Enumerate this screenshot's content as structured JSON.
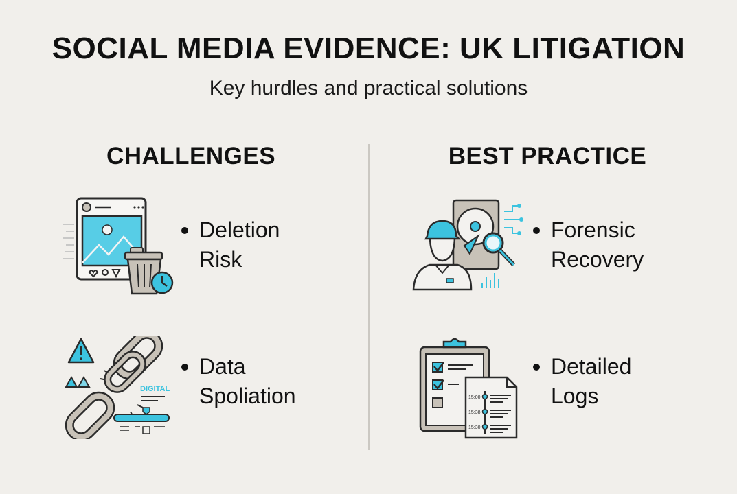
{
  "header": {
    "title": "SOCIAL MEDIA EVIDENCE: UK LITIGATION",
    "subtitle": "Key hurdles and practical solutions"
  },
  "columns": [
    {
      "heading": "CHALLENGES",
      "items": [
        {
          "line1": "Deletion",
          "line2": "Risk",
          "icon": "social-post-deletion-icon"
        },
        {
          "line1": "Data",
          "line2": "Spoliation",
          "icon": "broken-chain-icon"
        }
      ]
    },
    {
      "heading": "BEST PRACTICE",
      "items": [
        {
          "line1": "Forensic",
          "line2": "Recovery",
          "icon": "forensic-analyst-icon"
        },
        {
          "line1": "Detailed",
          "line2": "Logs",
          "icon": "clipboard-log-icon"
        }
      ]
    }
  ],
  "icon_labels": {
    "digital": "DIGITAL",
    "log_times": [
      "15:00",
      "15:38",
      "15:30"
    ]
  },
  "colors": {
    "background": "#f1efeb",
    "accent": "#3cc3df",
    "stroke": "#2b2b2b",
    "grey": "#c8c2b8",
    "divider": "#cbc8c2"
  }
}
